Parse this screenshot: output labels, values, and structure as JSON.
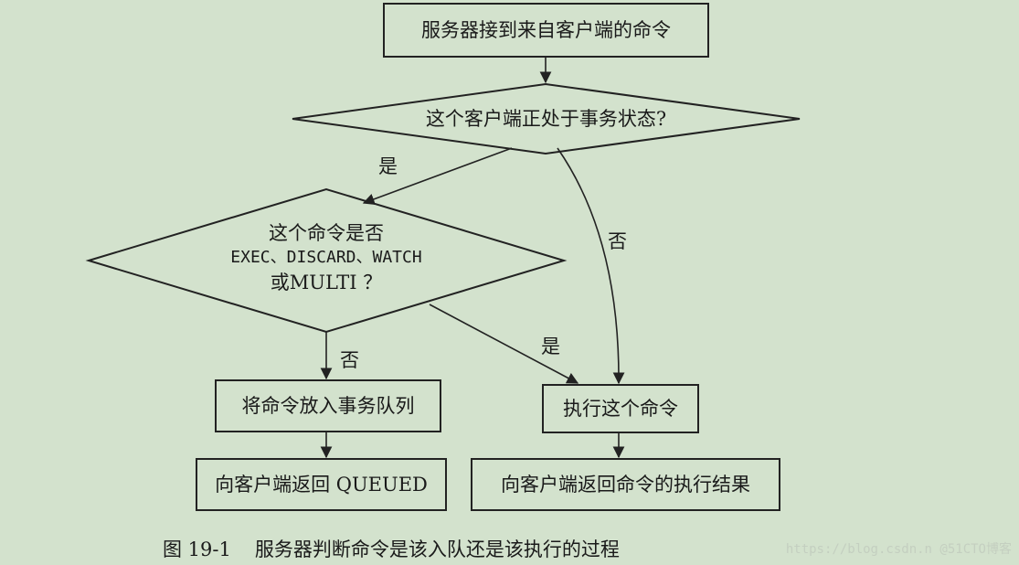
{
  "nodes": {
    "receive": "服务器接到来自客户端的命令",
    "in_transaction": "这个客户端正处于事务状态?",
    "check_cmd_line1": "这个命令是否",
    "check_cmd_line2": "EXEC、DISCARD、WATCH",
    "check_cmd_line3": "或MULTI ？",
    "enqueue": "将命令放入事务队列",
    "execute": "执行这个命令",
    "reply_queued": "向客户端返回 QUEUED",
    "reply_result": "向客户端返回命令的执行结果"
  },
  "edge_labels": {
    "yes1": "是",
    "no1": "否",
    "no2": "否",
    "yes2": "是"
  },
  "caption": {
    "figure_number": "图 19-1",
    "title": "服务器判断命令是该入队还是该执行的过程"
  },
  "watermark": "https://blog.csdn.n @51CTO博客"
}
